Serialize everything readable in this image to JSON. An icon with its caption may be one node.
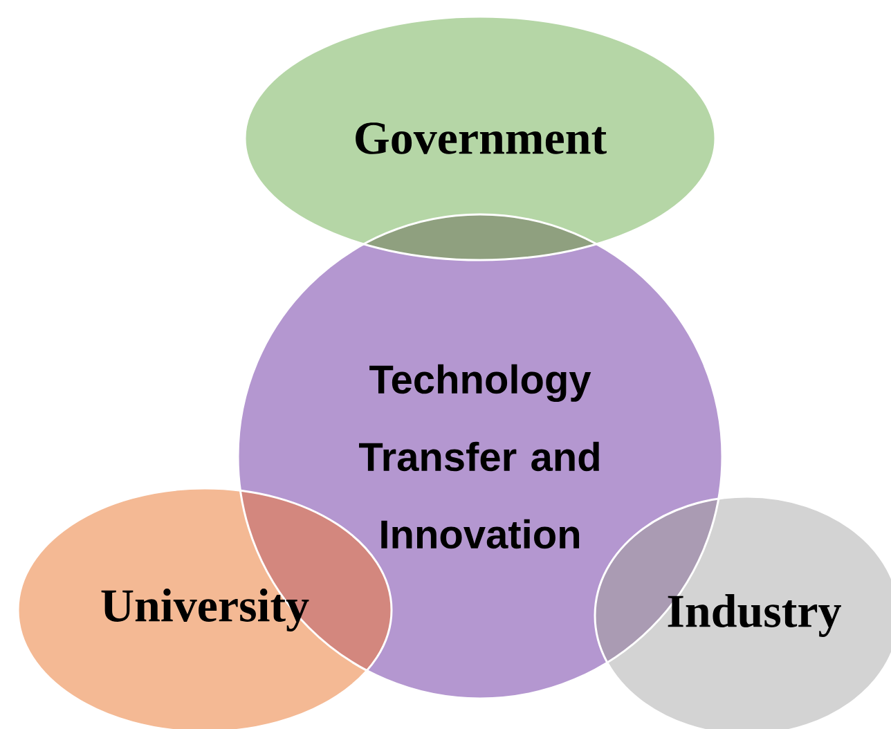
{
  "diagram": {
    "nodes": [
      {
        "text": [
          "Government"
        ]
      },
      {
        "text": [
          "Technology Transfer and Innovation"
        ]
      },
      {
        "text": [
          "University"
        ]
      },
      {
        "text": [
          "Industry"
        ]
      }
    ]
  }
}
